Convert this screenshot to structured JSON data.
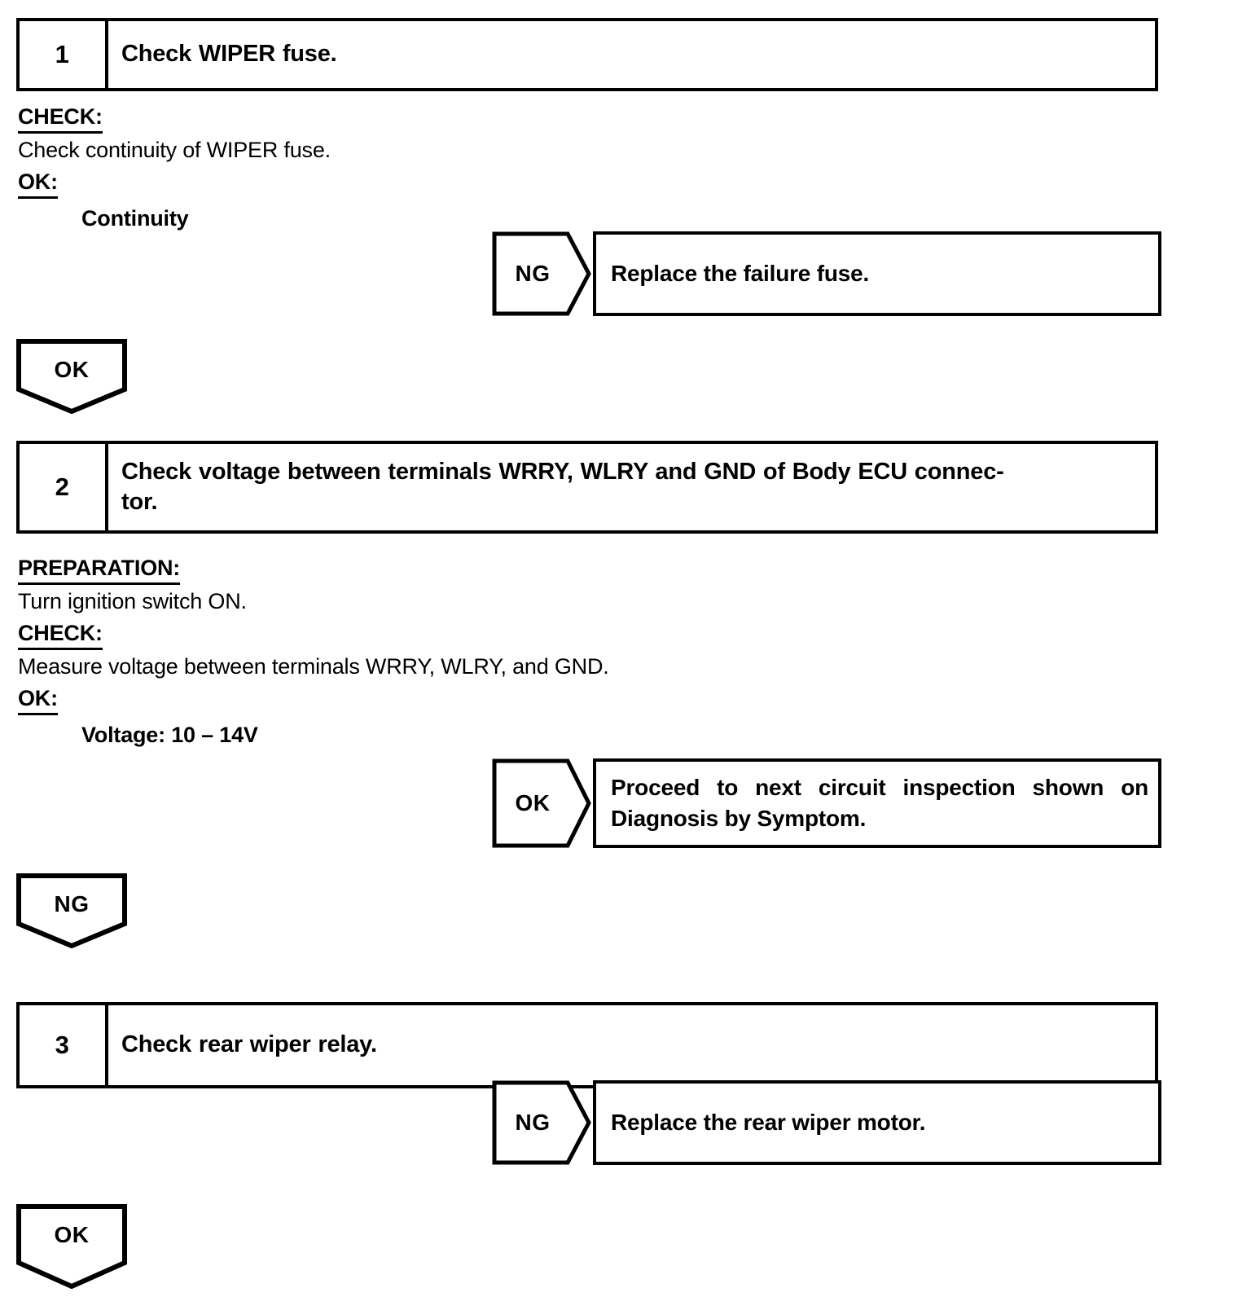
{
  "document": {
    "type": "automotive-diagnostic-flowchart",
    "title": "Rear Wiper Circuit Inspection"
  },
  "steps": [
    {
      "number": "1",
      "title": "Check WIPER fuse.",
      "title_lines": [
        "Check WIPER fuse."
      ],
      "details": [
        {
          "label": "CHECK:",
          "body": "Check continuity of WIPER fuse."
        },
        {
          "label": "OK:",
          "spec": "Continuity"
        }
      ]
    },
    {
      "number": "2",
      "title": "Check voltage between terminals WRRY, WLRY and GND of Body ECU connector.",
      "title_lines": [
        "Check voltage between terminals WRRY, WLRY and GND of Body ECU connec-",
        "tor."
      ],
      "details": [
        {
          "label": "PREPARATION:",
          "body": "Turn ignition switch ON."
        },
        {
          "label": "CHECK:",
          "body": "Measure voltage between terminals WRRY, WLRY, and GND."
        },
        {
          "label": "OK:",
          "spec": "Voltage: 10 – 14V"
        }
      ]
    },
    {
      "number": "3",
      "title": "Check rear wiper relay.",
      "title_lines": [
        "Check rear wiper relay."
      ],
      "details": []
    }
  ],
  "branches": [
    {
      "id": "branch-1-ng",
      "judgement": "NG",
      "result_lines": [
        "Replace the failure fuse."
      ],
      "justified_first_line": false
    },
    {
      "id": "branch-2-ok",
      "judgement": "OK",
      "result_lines": [
        "Proceed to next circuit inspection shown on",
        "Diagnosis by Symptom."
      ],
      "justified_first_line": true
    },
    {
      "id": "branch-3-ng",
      "judgement": "NG",
      "result_lines": [
        "Replace the rear wiper motor."
      ],
      "justified_first_line": false
    }
  ],
  "connectors": [
    {
      "id": "connector-1",
      "label": "OK"
    },
    {
      "id": "connector-2",
      "label": "NG"
    },
    {
      "id": "connector-3",
      "label": "OK"
    }
  ],
  "colors": {
    "ink": "#000000",
    "paper": "#ffffff"
  }
}
